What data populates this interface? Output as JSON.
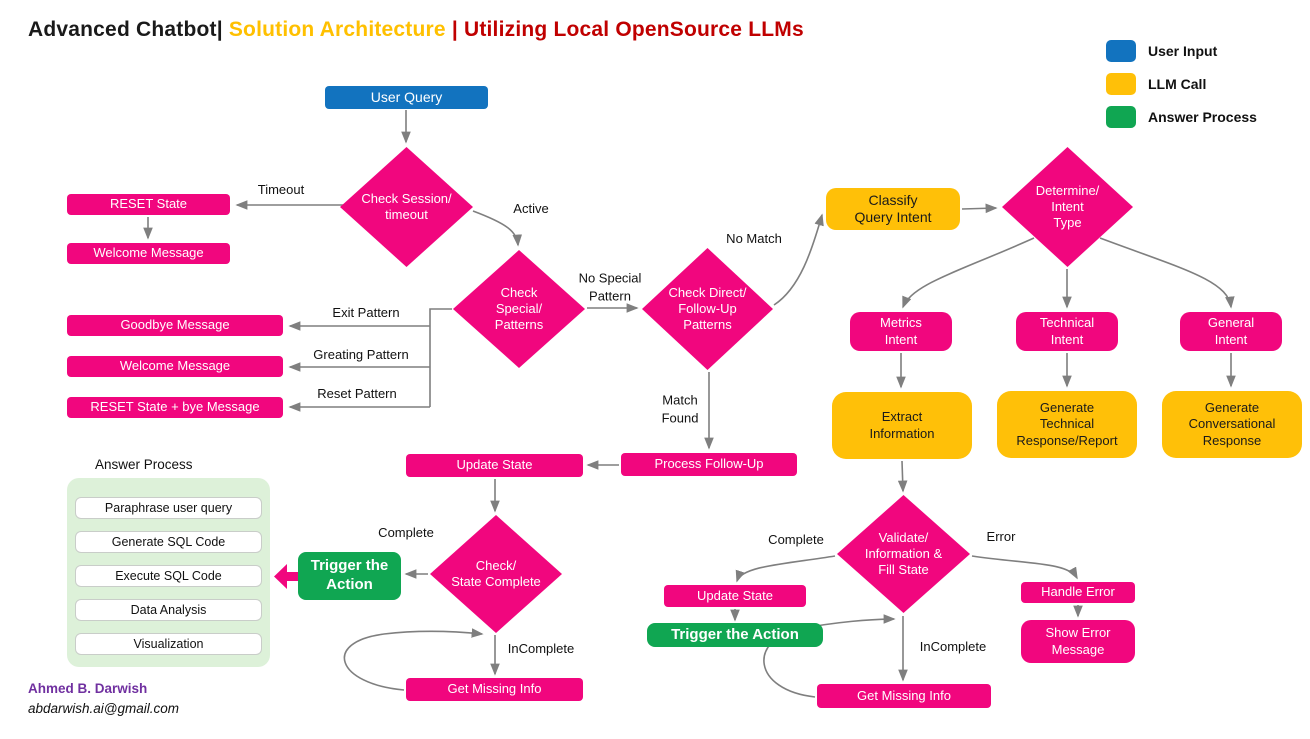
{
  "title": {
    "part1": "Advanced Chatbot|",
    "part2": "Solution Architecture",
    "part3": "| Utilizing Local OpenSource LLMs"
  },
  "legend": {
    "items": [
      {
        "label": "User Input",
        "color": "#1273BF"
      },
      {
        "label": "LLM Call",
        "color": "#FFC008"
      },
      {
        "label": "Answer Process",
        "color": "#10A652"
      }
    ]
  },
  "nodes": {
    "user_query": {
      "label": "User Query"
    },
    "check_session": {
      "label": "Check Session/\ntimeout"
    },
    "reset_state": {
      "label": "RESET State"
    },
    "welcome_message_1": {
      "label": "Welcome Message"
    },
    "check_special": {
      "label": "Check\nSpecial/\nPatterns"
    },
    "goodbye_message": {
      "label": "Goodbye Message"
    },
    "welcome_message_2": {
      "label": "Welcome Message"
    },
    "reset_state_bye": {
      "label": "RESET State + bye Message"
    },
    "check_direct": {
      "label": "Check Direct/\nFollow-Up\nPatterns"
    },
    "classify_query_intent": {
      "label": "Classify\nQuery Intent"
    },
    "determine_intent": {
      "label": "Determine/\nIntent\nType"
    },
    "metrics_intent": {
      "label": "Metrics\nIntent"
    },
    "technical_intent": {
      "label": "Technical\nIntent"
    },
    "general_intent": {
      "label": "General\nIntent"
    },
    "extract_information": {
      "label": "Extract\nInformation"
    },
    "generate_technical": {
      "label": "Generate\nTechnical\nResponse/Report"
    },
    "generate_conversational": {
      "label": "Generate\nConversational\nResponse"
    },
    "process_follow_up": {
      "label": "Process Follow-Up"
    },
    "update_state_left": {
      "label": "Update State"
    },
    "check_state_complete": {
      "label": "Check/\nState Complete"
    },
    "trigger_action_left": {
      "label": "Trigger the\nAction"
    },
    "get_missing_left": {
      "label": "Get Missing Info"
    },
    "validate_info": {
      "label": "Validate/\nInformation &\nFill State"
    },
    "update_state_right": {
      "label": "Update State"
    },
    "trigger_action_right": {
      "label": "Trigger the Action"
    },
    "handle_error": {
      "label": "Handle Error"
    },
    "show_error": {
      "label": "Show Error\nMessage"
    },
    "get_missing_right": {
      "label": "Get Missing Info"
    }
  },
  "edge_labels": {
    "timeout": "Timeout",
    "active": "Active",
    "exit_pattern": "Exit Pattern",
    "greating_pattern": "Greating Pattern",
    "reset_pattern": "Reset Pattern",
    "no_special_pattern": "No Special\nPattern",
    "no_match": "No Match",
    "match_found": "Match\nFound",
    "complete_left": "Complete",
    "incomplete_left": "InComplete",
    "complete_right": "Complete",
    "error": "Error",
    "incomplete_right": "InComplete"
  },
  "answer_process": {
    "title": "Answer Process",
    "steps": [
      "Paraphrase user query",
      "Generate SQL Code",
      "Execute SQL Code",
      "Data Analysis",
      "Visualization"
    ]
  },
  "footer": {
    "name": "Ahmed B. Darwish",
    "email": "abdarwish.ai@gmail.com"
  },
  "colors": {
    "pink": "#F1067E",
    "blue": "#1273BF",
    "yellow": "#FFC008",
    "green": "#10A652",
    "panel_green": "#DDF1D9",
    "arrow_gray": "#7F7F7F",
    "title_gold": "#FFC000",
    "title_red": "#C00000",
    "footer_purple": "#7030A0"
  }
}
